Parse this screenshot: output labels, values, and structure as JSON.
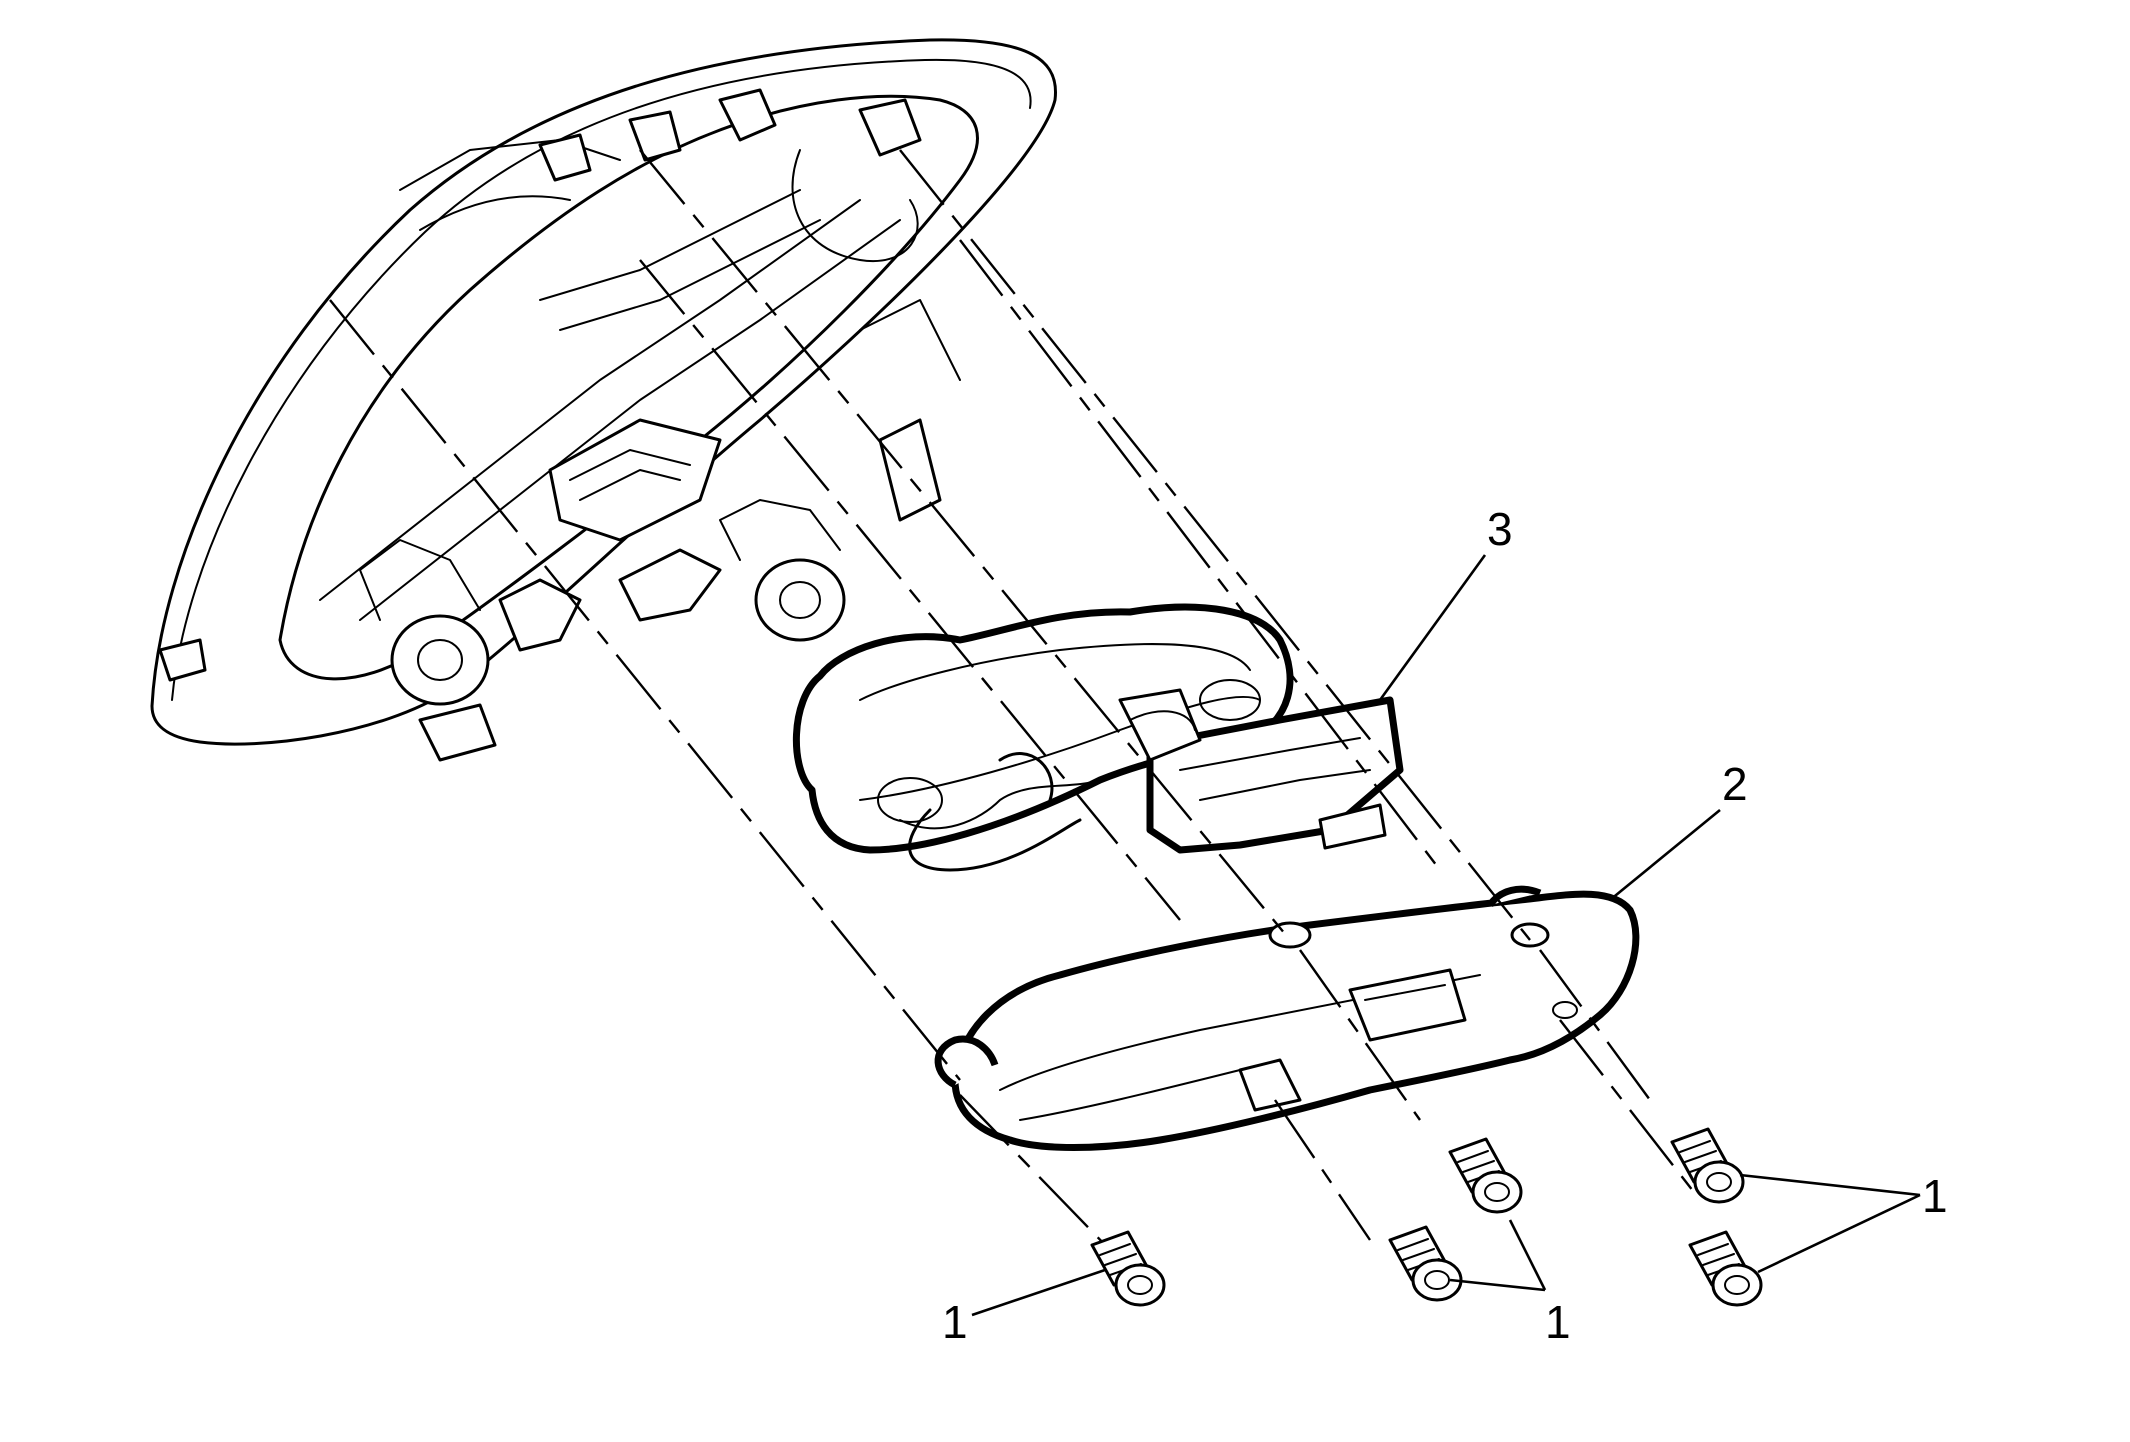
{
  "diagram": {
    "callouts": [
      {
        "id": "c1a",
        "label": "1"
      },
      {
        "id": "c1b",
        "label": "1"
      },
      {
        "id": "c1c",
        "label": "1"
      },
      {
        "id": "c2",
        "label": "2"
      },
      {
        "id": "c3",
        "label": "3"
      }
    ]
  }
}
